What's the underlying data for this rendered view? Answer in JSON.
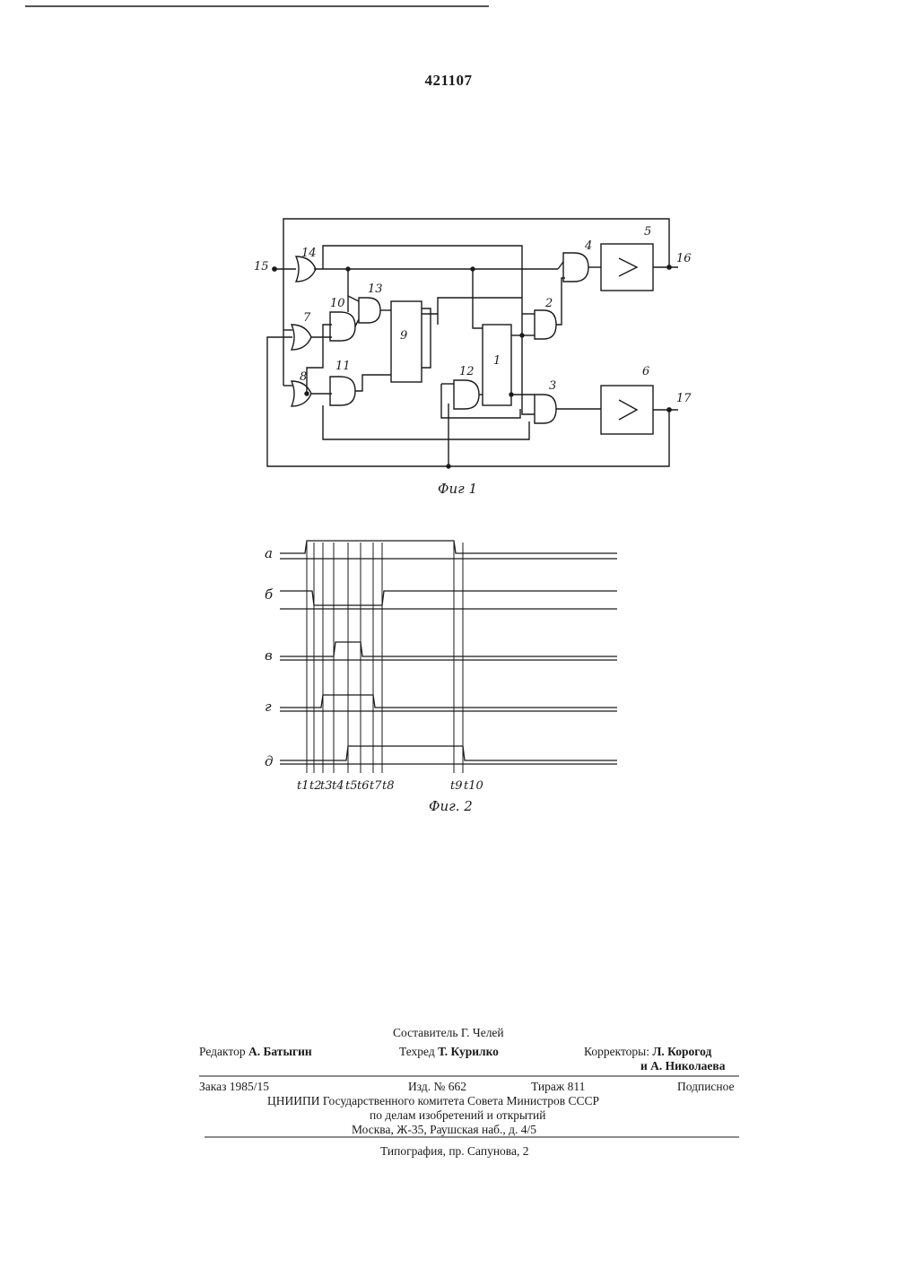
{
  "header": {
    "patent_number": "421107"
  },
  "figure1": {
    "caption": "Фиг 1",
    "labels": {
      "l1": "1",
      "l2": "2",
      "l3": "3",
      "l4": "4",
      "l5": "5",
      "l6": "6",
      "l7": "7",
      "l8": "8",
      "l9": "9",
      "l10": "10",
      "l11": "11",
      "l12": "12",
      "l13": "13",
      "l14": "14",
      "l15": "15",
      "l16": "16",
      "l17": "17"
    }
  },
  "figure2": {
    "caption": "Фиг. 2",
    "signals": {
      "a": "а",
      "b": "б",
      "v": "в",
      "g": "г",
      "d": "д"
    },
    "times": {
      "t1": "t1",
      "t2": "t2",
      "t3": "t3",
      "t4": "t4",
      "t5": "t5",
      "t6": "t6",
      "t7": "t7",
      "t8": "t8",
      "t9": "t9",
      "t10": "t10"
    }
  },
  "footer": {
    "compiler": "Составитель Г. Челей",
    "editor_label": "Редактор",
    "editor_name": "А. Батыгин",
    "techred_label": "Техред",
    "techred_name": "Т. Курилко",
    "correctors_label": "Корректоры:",
    "corrector1": "Л. Корогод",
    "corrector2": "и А. Николаева",
    "order": "Заказ 1985/15",
    "edition": "Изд. № 662",
    "circulation": "Тираж 811",
    "subscription": "Подписное",
    "org_line1": "ЦНИИПИ Государственного комитета Совета Министров СССР",
    "org_line2": "по делам изобретений и открытий",
    "org_line3": "Москва, Ж-35, Раушская наб., д. 4/5",
    "printer": "Типография, пр. Сапунова, 2"
  }
}
